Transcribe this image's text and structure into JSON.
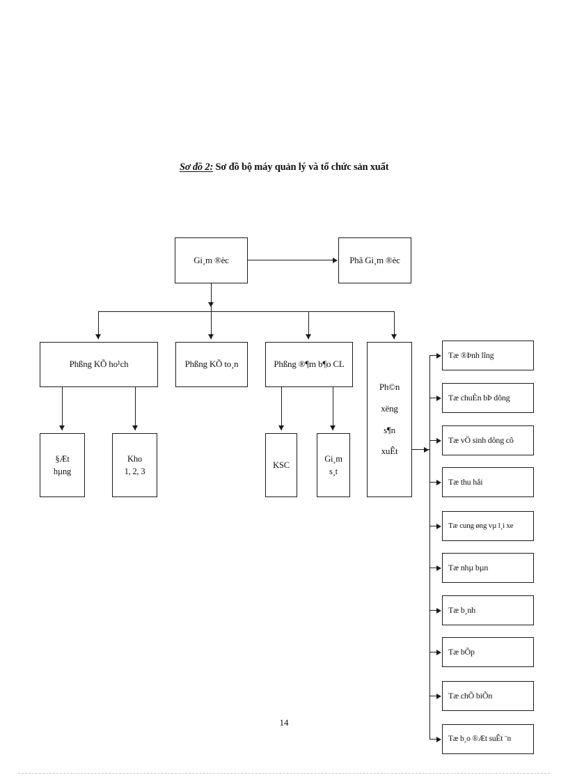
{
  "document": {
    "page_number": "14",
    "title_label": "Sơ đồ 2:",
    "title_text": " Sơ đồ bộ máy quản lý và tổ chức sản xuất",
    "ink_color": "#1a1a1a",
    "paper_color": "#ffffff"
  },
  "chart_data": {
    "type": "diagram",
    "diagram_kind": "organizational-chart",
    "title": "Sơ đồ 2: Sơ đồ bộ máy quản lý và tổ chức sản xuất",
    "encoding_note": "TCVN3 legacy-encoded Vietnamese glyphs as rendered",
    "nodes": [
      {
        "id": "director",
        "label": "Gi¸m ®èc",
        "level": 0
      },
      {
        "id": "deputy",
        "label": "Phã Gi¸m ®èc",
        "level": 0
      },
      {
        "id": "plan-dept",
        "label": "Phßng KÕ ho¹ch",
        "level": 1
      },
      {
        "id": "account-dept",
        "label": "Phßng KÕ to¸n",
        "level": 1
      },
      {
        "id": "quality-dept",
        "label": "Phßng ®¶m b¶o CL",
        "level": 1
      },
      {
        "id": "workshop",
        "label": "Ph©n xëng s¶n xuÊt",
        "level": 1
      },
      {
        "id": "ordering",
        "label": "§Æt hµng",
        "level": 2
      },
      {
        "id": "warehouse",
        "label": "Kho 1, 2, 3",
        "level": 2
      },
      {
        "id": "ksc",
        "label": "KSC",
        "level": 2
      },
      {
        "id": "supervision",
        "label": "Gi¸m s¸t",
        "level": 2
      },
      {
        "id": "team-portion",
        "label": "Tæ ®Þnh lîng",
        "level": 2
      },
      {
        "id": "team-prepare",
        "label": "Tæ chuÈn bÞ dông",
        "level": 2
      },
      {
        "id": "team-hygiene",
        "label": "Tæ vÖ sinh dông cô",
        "level": 2
      },
      {
        "id": "team-recovery",
        "label": "Tæ thu håi",
        "level": 2
      },
      {
        "id": "team-supply",
        "label": "Tæ cung øng vµ l¸i xe",
        "level": 2
      },
      {
        "id": "team-dining",
        "label": "Tæ nhµ bµn",
        "level": 2
      },
      {
        "id": "team-bread",
        "label": "Tæ b¸nh",
        "level": 2
      },
      {
        "id": "team-kitchen",
        "label": "Tæ bÕp",
        "level": 2
      },
      {
        "id": "team-processing",
        "label": "Tæ chÕ biÕn",
        "level": 2
      },
      {
        "id": "team-meals",
        "label": "Tæ b¸o ®Æt suÊt ¨n",
        "level": 2
      }
    ],
    "edges": [
      {
        "from": "director",
        "to": "deputy",
        "style": "arrow-right"
      },
      {
        "from": "director",
        "to": "plan-dept",
        "style": "arrow-down"
      },
      {
        "from": "director",
        "to": "account-dept",
        "style": "arrow-down"
      },
      {
        "from": "director",
        "to": "quality-dept",
        "style": "arrow-down"
      },
      {
        "from": "director",
        "to": "workshop",
        "style": "arrow-down"
      },
      {
        "from": "plan-dept",
        "to": "ordering",
        "style": "arrow-down"
      },
      {
        "from": "plan-dept",
        "to": "warehouse",
        "style": "arrow-down"
      },
      {
        "from": "quality-dept",
        "to": "ksc",
        "style": "arrow-down"
      },
      {
        "from": "quality-dept",
        "to": "supervision",
        "style": "arrow-down"
      },
      {
        "from": "workshop",
        "to": "team-portion",
        "style": "arrow-right"
      },
      {
        "from": "workshop",
        "to": "team-prepare",
        "style": "arrow-right"
      },
      {
        "from": "workshop",
        "to": "team-hygiene",
        "style": "arrow-right"
      },
      {
        "from": "workshop",
        "to": "team-recovery",
        "style": "arrow-right"
      },
      {
        "from": "workshop",
        "to": "team-supply",
        "style": "arrow-right"
      },
      {
        "from": "workshop",
        "to": "team-dining",
        "style": "arrow-right"
      },
      {
        "from": "workshop",
        "to": "team-bread",
        "style": "arrow-right"
      },
      {
        "from": "workshop",
        "to": "team-kitchen",
        "style": "arrow-right"
      },
      {
        "from": "workshop",
        "to": "team-processing",
        "style": "arrow-right"
      },
      {
        "from": "workshop",
        "to": "team-meals",
        "style": "arrow-right"
      }
    ]
  },
  "workshop_lines": {
    "l1": "Ph©n",
    "l2": "xëng",
    "l3": "s¶n",
    "l4": "xuÊt"
  },
  "ordering_lines": {
    "l1": "§Æt",
    "l2": "hµng"
  },
  "warehouse_lines": {
    "l1": "Kho",
    "l2": "1, 2, 3"
  },
  "supervision_lines": {
    "l1": "Gi¸m",
    "l2": "s¸t"
  }
}
